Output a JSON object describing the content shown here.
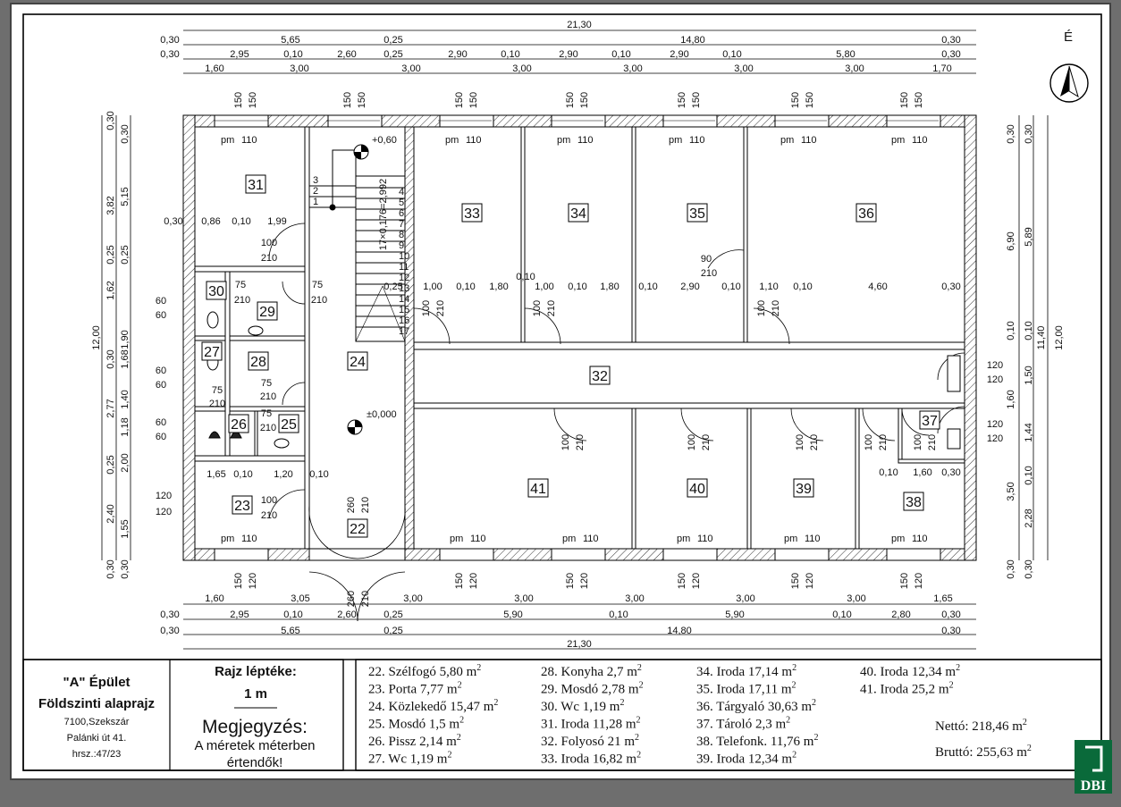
{
  "north": "É",
  "dims": {
    "top": {
      "total": "21,30",
      "r1": [
        "0,30",
        "5,65",
        "0,25",
        "14,80",
        "0,30"
      ],
      "r2": [
        "0,30",
        "2,95",
        "0,10",
        "2,60",
        "0,25",
        "2,90",
        "0,10",
        "2,90",
        "0,10",
        "2,90",
        "0,10",
        "5,80",
        "0,30"
      ],
      "r3": [
        "1,60",
        "3,00",
        "3,00",
        "3,00",
        "3,00",
        "3,00",
        "3,00",
        "1,70"
      ]
    },
    "bottom": {
      "r1": [
        "1,60",
        "3,05",
        "3,00",
        "3,00",
        "3,00",
        "3,00",
        "3,00",
        "1,65"
      ],
      "r2": [
        "0,30",
        "2,95",
        "0,10",
        "2,60",
        "0,25",
        "5,90",
        "0,10",
        "5,90",
        "0,10",
        "2,80",
        "0,30"
      ],
      "r3": [
        "0,30",
        "5,65",
        "0,25",
        "14,80",
        "0,30"
      ],
      "total": "21,30"
    },
    "left_outer": [
      "0,30",
      "3,82",
      "0,25",
      "1,62",
      "0,30",
      "2,77",
      "0,25",
      "2,40",
      "0,30"
    ],
    "left_inner": [
      "0,30",
      "5,15",
      "0,25",
      "1,90",
      "1,68",
      "1,40",
      "1,18",
      "2,00",
      "1,55",
      "0,30"
    ],
    "left_total": "12,00",
    "right_outer": [
      "0,30",
      "6,90",
      "0,10",
      "1,60",
      "3,50",
      "0,30"
    ],
    "right_inner": [
      "0,30",
      "5,89",
      "0,10",
      "1,50",
      "1,44",
      "0,10",
      "2,28",
      "0,30"
    ],
    "right_mid": "11,40",
    "right_total": "12,00"
  },
  "rooms": [
    "22",
    "23",
    "24",
    "25",
    "26",
    "27",
    "28",
    "29",
    "30",
    "31",
    "32",
    "33",
    "34",
    "35",
    "36",
    "37",
    "38",
    "39",
    "40",
    "41"
  ],
  "labels": {
    "window": "pm",
    "w110": "110",
    "h150": "150",
    "h120": "120",
    "d100": "100",
    "d210": "210",
    "d90": "90",
    "d75": "75",
    "d60": "60",
    "d260": "260",
    "level_top": "+0,60",
    "level_ground": "±0,000",
    "inner": [
      "0,30",
      "0,86",
      "0,10",
      "1,99",
      "0,25",
      "1,00",
      "0,10",
      "1,80",
      "1,00",
      "0,10",
      "1,80",
      "0,10",
      "2,90",
      "0,10",
      "1,10",
      "0,10",
      "4,60",
      "0,30",
      "0,10",
      "1,65",
      "0,10",
      "1,20",
      "0,10",
      "0,10",
      "1,60",
      "0,30"
    ],
    "stairs": [
      "1",
      "2",
      "3",
      "4",
      "5",
      "6",
      "7",
      "8",
      "9",
      "10",
      "11",
      "12",
      "13",
      "14",
      "15",
      "16",
      "17"
    ],
    "stair_note": "17×0,176=2,992"
  },
  "title_block": {
    "building": "\"A\" Épület",
    "plan": "Földszinti alaprajz",
    "address1": "7100,Szekszár",
    "address2": "Palánki út 41.",
    "address3": "hrsz.:47/23",
    "scale_label": "Rajz léptéke:",
    "scale_value": "1 m",
    "note_title": "Megjegyzés:",
    "note_line1": "A méretek méterben",
    "note_line2": "értendők!"
  },
  "area_list": [
    [
      "22. Szélfogó 5,80 m",
      "23. Porta 7,77 m",
      "24. Közlekedő 15,47 m",
      "25. Mosdó 1,5 m",
      "26. Pissz 2,14 m",
      "27. Wc 1,19 m"
    ],
    [
      "28. Konyha 2,7 m",
      "29. Mosdó 2,78 m",
      "30. Wc 1,19 m",
      "31. Iroda 11,28 m",
      "32. Folyosó 21 m",
      "33. Iroda 16,82 m"
    ],
    [
      "34. Iroda 17,14 m",
      "35. Iroda 17,11 m",
      "36. Tárgyaló 30,63 m",
      "37. Tároló 2,3 m",
      "38. Telefonk. 11,76 m",
      "39. Iroda 12,34 m"
    ],
    [
      "40. Iroda 12,34 m",
      "41. Iroda 25,2 m"
    ]
  ],
  "sup": "2",
  "netto": "Nettó: 218,46 m",
  "brutto": "Bruttó: 255,63 m",
  "logo": "DBI"
}
